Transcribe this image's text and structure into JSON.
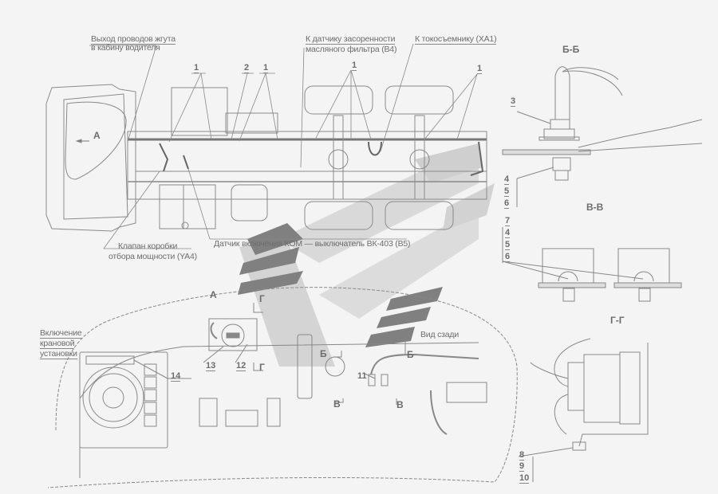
{
  "drawing": {
    "callouts": {
      "harness_exit": [
        "Выход проводов жгута",
        "в кабину водителя"
      ],
      "clog_sensor": [
        "К датчику засоренности",
        "масляного фильтра (В4)"
      ],
      "plug_socket": "К токосъемнику (XA1)",
      "pto_valve": [
        "Клапан коробки",
        "отбора мощности (YA4)"
      ],
      "pto_sensor": "Датчик включения КОМ — выключатель ВК-403 (В5)",
      "crane_switch": [
        "Включение",
        "крановой",
        "установки"
      ],
      "rear_view": "Вид сзади"
    },
    "section_labels": {
      "view_a": "А",
      "view_a_dash": "А",
      "bb": "Б-Б",
      "vv": "В-В",
      "gg": "Г-Г",
      "b_mark": "Б",
      "v_mark": "В",
      "g_mark": "Г"
    },
    "position_numbers": {
      "top_1a": "1",
      "top_2": "2",
      "top_1b": "1",
      "top_1c": "1",
      "top_1d": "1",
      "bb_3": "3",
      "bb_4": "4",
      "bb_5": "5",
      "bb_6": "6",
      "vv_7": "7",
      "vv_4": "4",
      "vv_5": "5",
      "vv_6": "6",
      "gg_8": "8",
      "gg_9": "9",
      "gg_10": "10",
      "dash_11": "11",
      "dash_12": "12",
      "dash_13": "13",
      "dash_14": "14"
    }
  }
}
